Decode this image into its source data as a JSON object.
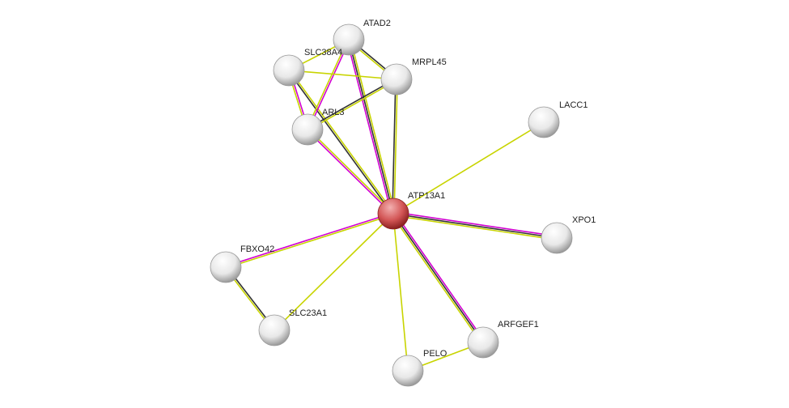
{
  "network": {
    "colors": {
      "textmining": "#c8d400",
      "coexpression": "#333333",
      "experiments": "#d100d1",
      "query_node": "#d04a4a",
      "node": "#e6e6e6"
    },
    "nodes": [
      {
        "id": "ATAD2",
        "query": false
      },
      {
        "id": "SLC38A4",
        "query": false
      },
      {
        "id": "MRPL45",
        "query": false
      },
      {
        "id": "ARL3",
        "query": false
      },
      {
        "id": "LACC1",
        "query": false
      },
      {
        "id": "ATP13A1",
        "query": true
      },
      {
        "id": "XPO1",
        "query": false
      },
      {
        "id": "FBXO42",
        "query": false
      },
      {
        "id": "SLC23A1",
        "query": false
      },
      {
        "id": "ARFGEF1",
        "query": false
      },
      {
        "id": "PELO",
        "query": false
      }
    ],
    "edges": [
      {
        "a": "ATP13A1",
        "b": "ATAD2",
        "types": [
          "experiments",
          "coexpression",
          "textmining"
        ]
      },
      {
        "a": "ATP13A1",
        "b": "SLC38A4",
        "types": [
          "coexpression",
          "textmining"
        ]
      },
      {
        "a": "ATP13A1",
        "b": "MRPL45",
        "types": [
          "coexpression",
          "textmining"
        ]
      },
      {
        "a": "ATP13A1",
        "b": "ARL3",
        "types": [
          "experiments",
          "textmining"
        ]
      },
      {
        "a": "ATP13A1",
        "b": "LACC1",
        "types": [
          "textmining"
        ]
      },
      {
        "a": "ATP13A1",
        "b": "XPO1",
        "types": [
          "experiments",
          "coexpression",
          "textmining"
        ]
      },
      {
        "a": "ATP13A1",
        "b": "FBXO42",
        "types": [
          "textmining",
          "experiments"
        ]
      },
      {
        "a": "ATP13A1",
        "b": "SLC23A1",
        "types": [
          "textmining"
        ]
      },
      {
        "a": "ATP13A1",
        "b": "ARFGEF1",
        "types": [
          "experiments",
          "coexpression",
          "textmining"
        ]
      },
      {
        "a": "ATP13A1",
        "b": "PELO",
        "types": [
          "textmining"
        ]
      },
      {
        "a": "PELO",
        "b": "ARFGEF1",
        "types": [
          "textmining"
        ]
      },
      {
        "a": "FBXO42",
        "b": "SLC23A1",
        "types": [
          "coexpression",
          "textmining"
        ]
      },
      {
        "a": "ATAD2",
        "b": "SLC38A4",
        "types": [
          "textmining"
        ]
      },
      {
        "a": "ATAD2",
        "b": "MRPL45",
        "types": [
          "coexpression",
          "textmining"
        ]
      },
      {
        "a": "ATAD2",
        "b": "ARL3",
        "types": [
          "experiments",
          "textmining"
        ]
      },
      {
        "a": "SLC38A4",
        "b": "MRPL45",
        "types": [
          "textmining"
        ]
      },
      {
        "a": "SLC38A4",
        "b": "ARL3",
        "types": [
          "experiments",
          "textmining"
        ]
      },
      {
        "a": "ARL3",
        "b": "MRPL45",
        "types": [
          "coexpression",
          "textmining"
        ]
      }
    ]
  }
}
